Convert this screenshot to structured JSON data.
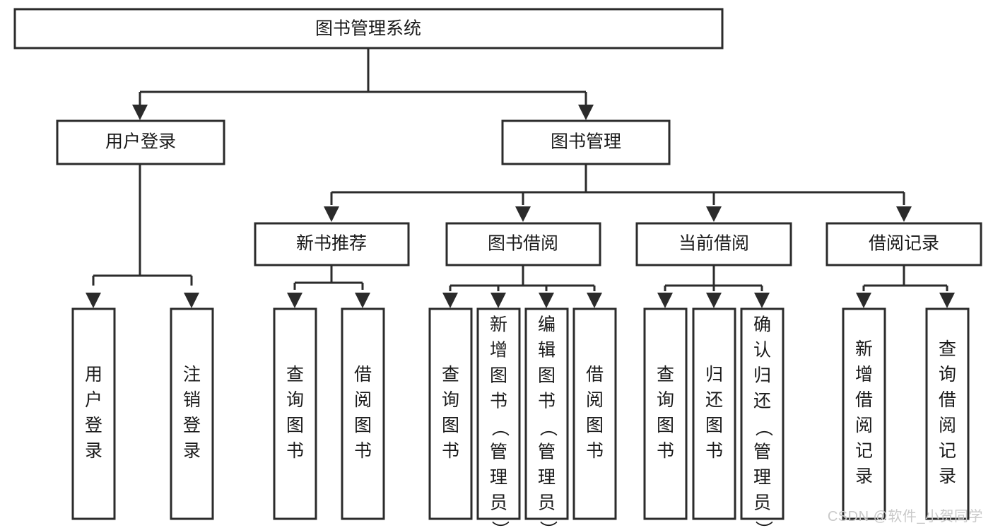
{
  "diagram": {
    "type": "tree-hierarchy-chart",
    "title": "图书管理系统",
    "watermark": "CSDN @软件_小贺同学",
    "colors": {
      "stroke": "#2b2b2b",
      "fill": "#ffffff",
      "text": "#1a1a1a",
      "watermark": "#c9c9c9",
      "background": "#ffffff"
    },
    "levels": {
      "root": {
        "label": "图书管理系统",
        "orientation": "horizontal"
      },
      "level2": [
        {
          "label": "用户登录",
          "orientation": "horizontal"
        },
        {
          "label": "图书管理",
          "orientation": "horizontal"
        }
      ],
      "level3": [
        {
          "label": "新书推荐",
          "orientation": "horizontal"
        },
        {
          "label": "图书借阅",
          "orientation": "horizontal"
        },
        {
          "label": "当前借阅",
          "orientation": "horizontal"
        },
        {
          "label": "借阅记录",
          "orientation": "horizontal"
        }
      ],
      "leaves": [
        {
          "label": "用户登录",
          "orientation": "vertical",
          "parent": "用户登录"
        },
        {
          "label": "注销登录",
          "orientation": "vertical",
          "parent": "用户登录"
        },
        {
          "label": "查询图书",
          "orientation": "vertical",
          "parent": "新书推荐"
        },
        {
          "label": "借阅图书",
          "orientation": "vertical",
          "parent": "新书推荐"
        },
        {
          "label": "查询图书",
          "orientation": "vertical",
          "parent": "图书借阅"
        },
        {
          "label": "新增图书（管理员）",
          "orientation": "vertical",
          "parent": "图书借阅"
        },
        {
          "label": "编辑图书（管理员）",
          "orientation": "vertical",
          "parent": "图书借阅"
        },
        {
          "label": "借阅图书",
          "orientation": "vertical",
          "parent": "图书借阅"
        },
        {
          "label": "查询图书",
          "orientation": "vertical",
          "parent": "当前借阅"
        },
        {
          "label": "归还图书",
          "orientation": "vertical",
          "parent": "当前借阅"
        },
        {
          "label": "确认归还（管理员）",
          "orientation": "vertical",
          "parent": "当前借阅"
        },
        {
          "label": "新增借阅记录",
          "orientation": "vertical",
          "parent": "借阅记录"
        },
        {
          "label": "查询借阅记录",
          "orientation": "vertical",
          "parent": "借阅记录"
        }
      ]
    }
  }
}
